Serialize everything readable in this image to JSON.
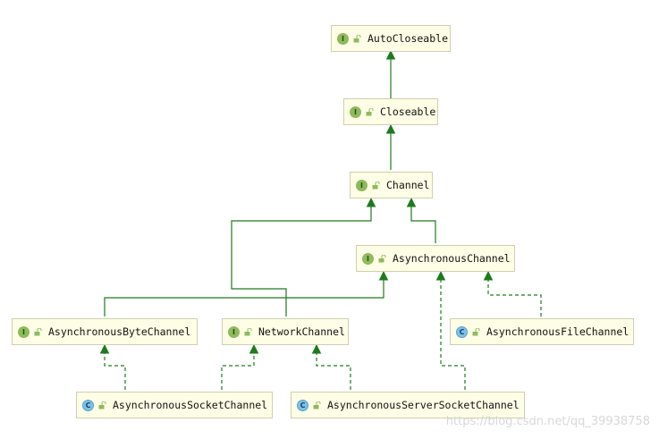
{
  "nodes": {
    "autocloseable": {
      "label": "AutoCloseable",
      "kind": "I"
    },
    "closeable": {
      "label": "Closeable",
      "kind": "I"
    },
    "channel": {
      "label": "Channel",
      "kind": "I"
    },
    "asynchronous_channel": {
      "label": "AsynchronousChannel",
      "kind": "I"
    },
    "asynchronous_byte_channel": {
      "label": "AsynchronousByteChannel",
      "kind": "I"
    },
    "network_channel": {
      "label": "NetworkChannel",
      "kind": "I"
    },
    "asynchronous_file_channel": {
      "label": "AsynchronousFileChannel",
      "kind": "C"
    },
    "asynchronous_socket_channel": {
      "label": "AsynchronousSocketChannel",
      "kind": "C"
    },
    "asynchronous_server_socket_channel": {
      "label": "AsynchronousServerSocketChannel",
      "kind": "C"
    }
  },
  "relations": {
    "extends": [
      [
        "closeable",
        "autocloseable"
      ],
      [
        "channel",
        "closeable"
      ],
      [
        "asynchronous_channel",
        "channel"
      ],
      [
        "network_channel",
        "channel"
      ],
      [
        "asynchronous_byte_channel",
        "asynchronous_channel"
      ]
    ],
    "implements": [
      [
        "asynchronous_socket_channel",
        "asynchronous_byte_channel"
      ],
      [
        "asynchronous_socket_channel",
        "network_channel"
      ],
      [
        "asynchronous_server_socket_channel",
        "network_channel"
      ],
      [
        "asynchronous_server_socket_channel",
        "asynchronous_channel"
      ],
      [
        "asynchronous_file_channel",
        "asynchronous_channel"
      ]
    ]
  },
  "colors": {
    "edge": "#1e7a1e",
    "node_fill": "#fefee6",
    "node_border": "#cfcfae",
    "interface_badge": "#8dbb5c",
    "class_badge": "#7bc3e8"
  },
  "icons": {
    "interface": "interface-badge-icon",
    "class": "class-badge-icon",
    "visibility": "unlock-icon"
  },
  "watermark": "https://blog.csdn.net/qq_39938758"
}
